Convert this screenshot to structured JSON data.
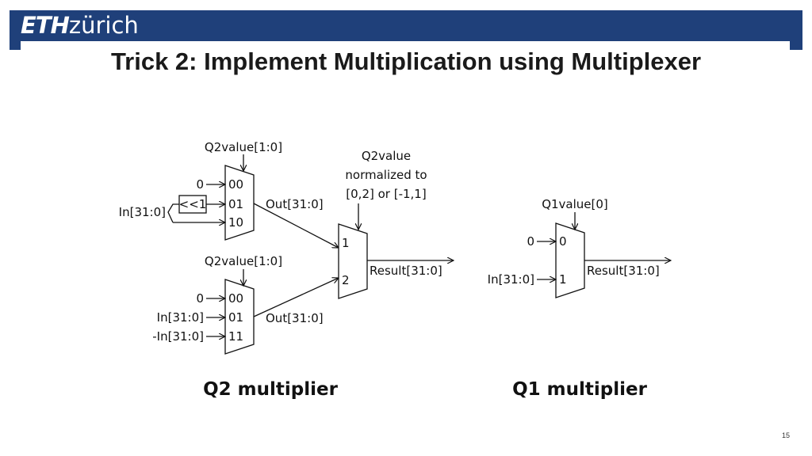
{
  "header": {
    "logo_eth": "ETH",
    "logo_zurich": "zürich",
    "bar_color": "#1f407a"
  },
  "title": "Trick 2: Implement Multiplication using Multiplexer",
  "q2": {
    "top_mux": {
      "select": "Q2value[1:0]",
      "ports": [
        "00",
        "01",
        "10"
      ],
      "in_zero": "0",
      "shift": "<<1",
      "in_signal": "In[31:0]",
      "out": "Out[31:0]"
    },
    "bottom_mux": {
      "select": "Q2value[1:0]",
      "ports": [
        "00",
        "01",
        "11"
      ],
      "inputs": [
        "0",
        "In[31:0]",
        "-In[31:0]"
      ],
      "out": "Out[31:0]"
    },
    "final_mux": {
      "note": [
        "Q2value",
        "normalized to",
        "[0,2] or [-1,1]"
      ],
      "ports": [
        "1",
        "2"
      ],
      "out": "Result[31:0]"
    },
    "caption": "Q2 multiplier"
  },
  "q1": {
    "mux": {
      "select": "Q1value[0]",
      "ports": [
        "0",
        "1"
      ],
      "inputs": [
        "0",
        "In[31:0]"
      ],
      "out": "Result[31:0]"
    },
    "caption": "Q1 multiplier"
  },
  "page_number": "15"
}
